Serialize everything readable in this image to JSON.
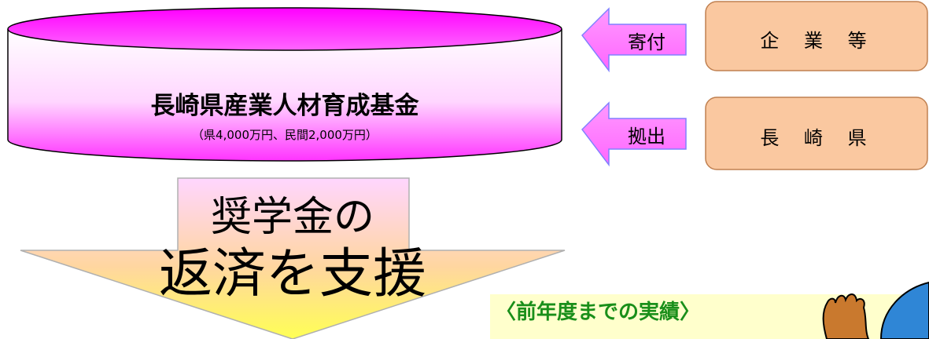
{
  "fund": {
    "title": "長崎県産業人材育成基金",
    "subtitle": "（県4,000万円、民間2,000万円）"
  },
  "contributions": [
    {
      "arrow_label": "寄付",
      "source": "企 業 等"
    },
    {
      "arrow_label": "拠出",
      "source": "長 崎 県"
    }
  ],
  "support_arrow": {
    "line1": "奨学金の",
    "line2": "返済を支援"
  },
  "results": {
    "title": "〈前年度までの実績〉"
  },
  "colors": {
    "fund_magenta": "#ff33ff",
    "arrow_magenta": "#ff66ff",
    "box_fill": "#fac8a0",
    "box_stroke": "#c08050",
    "results_title": "#1a8f1a",
    "results_bg": "#ffffcc",
    "support_arrow_top": "#ffccff",
    "support_arrow_bottom": "#ffff55"
  },
  "icons": {
    "mascot": "mascot-character-icon"
  }
}
